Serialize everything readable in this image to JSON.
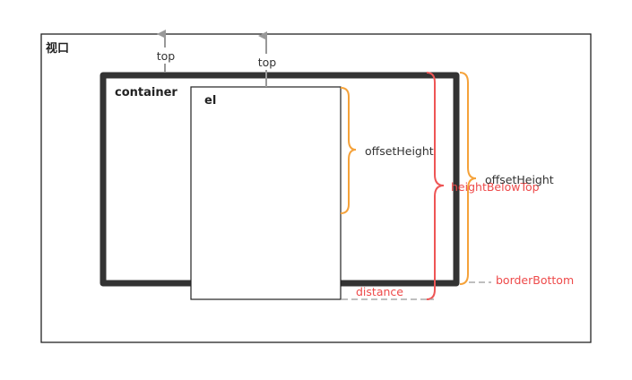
{
  "viewport": {
    "label": "视口"
  },
  "container": {
    "label": "container"
  },
  "el": {
    "label": "el"
  },
  "top_arrows": [
    {
      "label": "top"
    },
    {
      "label": "top"
    }
  ],
  "measures": {
    "el_offset_height": "offsetHeight",
    "container_offset_height": "offsetHeight",
    "height_below_top": "heightBelowTop",
    "distance": "distance",
    "border_bottom": "borderBottom"
  },
  "colors": {
    "frame": "#222222",
    "container_border": "#333333",
    "arrow": "#999999",
    "orange_brace": "#f5a23a",
    "red_brace": "#ee5555",
    "dashed": "#aaaaaa",
    "red_text": "#ee4a4a"
  }
}
